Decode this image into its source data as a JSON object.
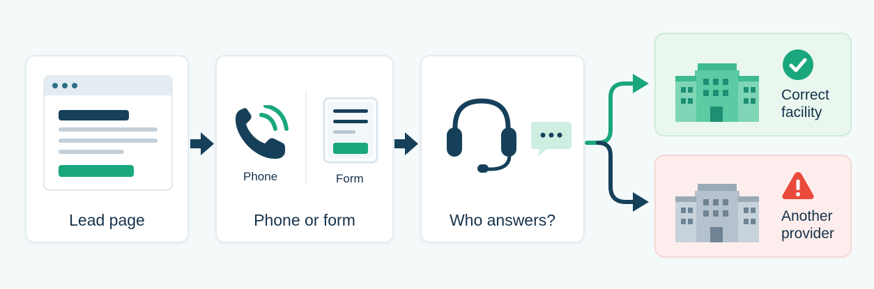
{
  "steps": [
    {
      "label": "Lead page"
    },
    {
      "label": "Phone or form",
      "phone_label": "Phone",
      "form_label": "Form"
    },
    {
      "label": "Who answers?"
    }
  ],
  "outcomes": [
    {
      "line1": "Correct",
      "line2": "facility",
      "status": "success",
      "icon": "check-icon"
    },
    {
      "line1": "Another",
      "line2": "provider",
      "status": "warning",
      "icon": "warning-icon"
    }
  ],
  "colors": {
    "navy": "#16405a",
    "teal": "#1aa77d",
    "teal_light": "#5fc8a5",
    "warning_red": "#ea4a3c",
    "building_green": "#4cc49b",
    "building_gray": "#a9b7c3"
  }
}
